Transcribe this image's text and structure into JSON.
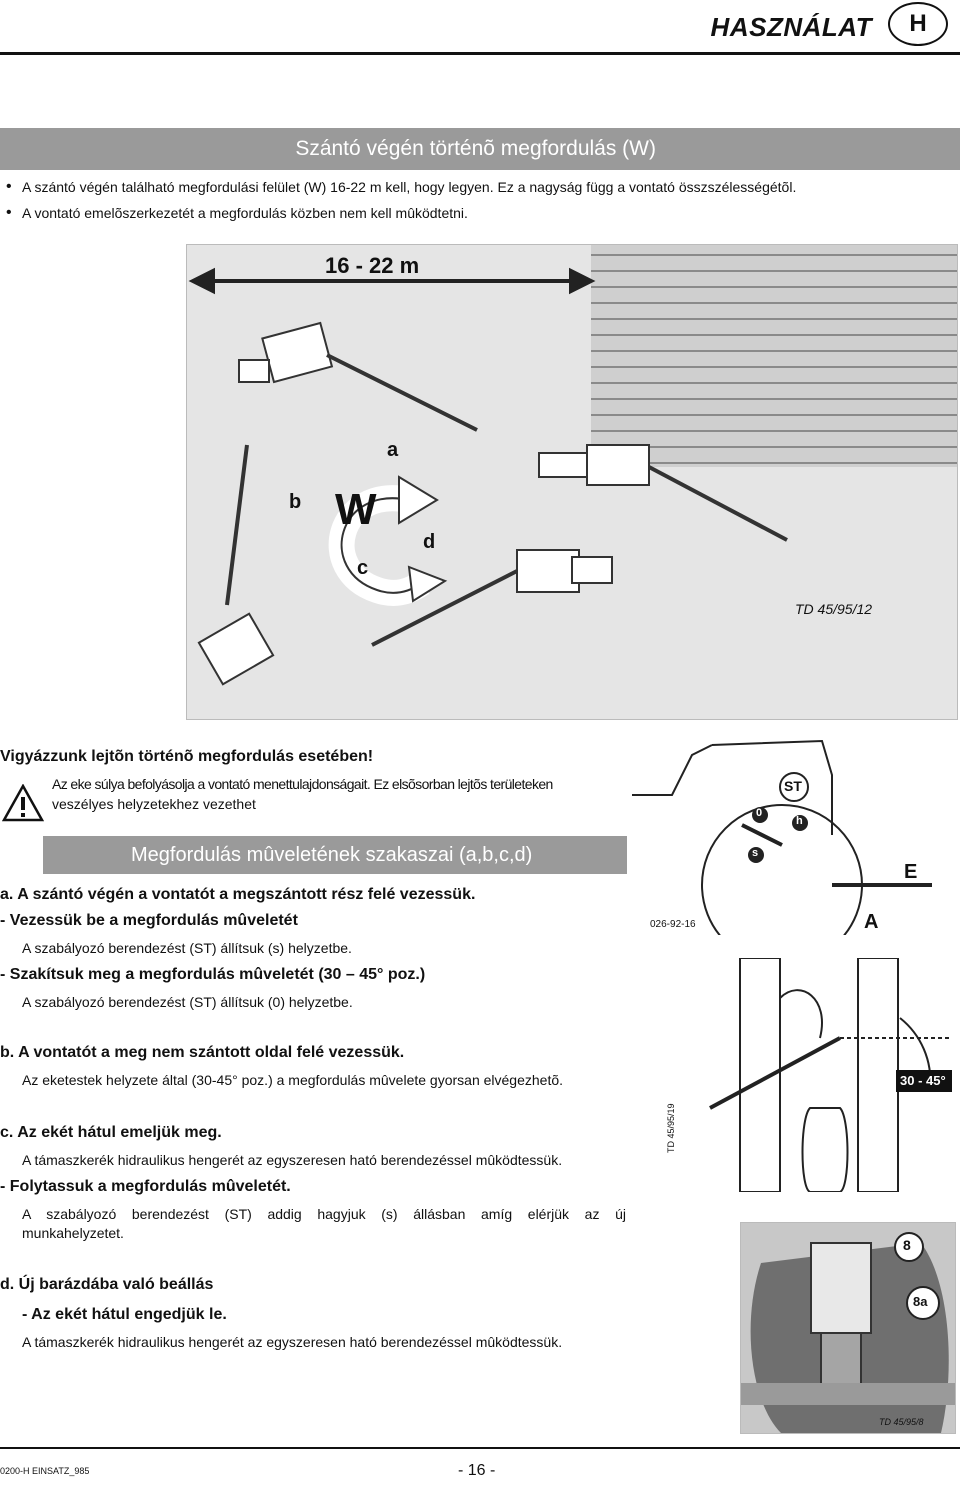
{
  "header": {
    "title": "HASZNÁLAT",
    "badge": "H"
  },
  "section1": {
    "title": "Szántó végén történõ megfordulás (W)",
    "bullets": [
      "A szántó végén található megfordulási felület (W) 16-22 m kell, hogy legyen. Ez a nagyság függ a vontató összszélességétõl.",
      "A vontató emelõszerkezetét a megfordulás közben nem kell mûködtetni."
    ]
  },
  "figure1": {
    "distance": "16 - 22 m",
    "w": "W",
    "a": "a",
    "b": "b",
    "c": "c",
    "d": "d",
    "code": "TD 45/95/12"
  },
  "warning": {
    "heading": "Vigyázzunk lejtõn történõ megfordulás esetében!",
    "line1": "Az eke súlya befolyásolja a vontató menettulajdonságait. Ez elsõsorban lejtõs területeken",
    "line2": "veszélyes helyzetekhez vezethet"
  },
  "figure2": {
    "st": "ST",
    "zero": "0",
    "h": "h",
    "s": "s",
    "e": "E",
    "a": "A",
    "code": "026-92-16"
  },
  "section2": {
    "title": "Megfordulás mûveletének szakaszai (a,b,c,d)",
    "a_heading": "a. A szántó végén a vontatót a megszántott rész felé vezessük.",
    "a1_heading": "- Vezessük be a megfordulás mûveletét",
    "a1_text": "A szabályozó berendezést (ST) állítsuk (s) helyzetbe.",
    "a2_heading": "- Szakítsuk meg a megfordulás mûveletét (30 – 45° poz.)",
    "a2_text": "A szabályozó berendezést (ST) állítsuk (0) helyzetbe.",
    "b_heading": "b. A vontatót a meg nem szántott oldal felé vezessük.",
    "b_text": "Az eketestek helyzete által (30-45° poz.) a megfordulás mûvelete gyorsan elvégezhetõ.",
    "c_heading": "c. Az ekét hátul emeljük meg.",
    "c_text": "A támaszkerék hidraulikus hengerét az egyszeresen ható berendezéssel mûködtessük.",
    "c1_heading": "- Folytassuk a megfordulás mûveletét.",
    "c1_text_line1": "A szabályozó berendezést (ST) addig hagyjuk (s) állásban amíg elérjük az új",
    "c1_text_line2": "munkahelyzetet.",
    "d_heading": "d. Új barázdába való beállás",
    "d1_heading": "- Az ekét hátul engedjük le.",
    "d1_text": "A támaszkerék hidraulikus hengerét az egyszeresen ható berendezéssel mûködtessük."
  },
  "figure3": {
    "angle": "30 - 45°",
    "code": "TD 45/95/19"
  },
  "figure4": {
    "n8": "8",
    "n8a": "8a",
    "code": "TD 45/95/8"
  },
  "footer": {
    "left": "0200-H EINSATZ_985",
    "page": "- 16 -"
  }
}
